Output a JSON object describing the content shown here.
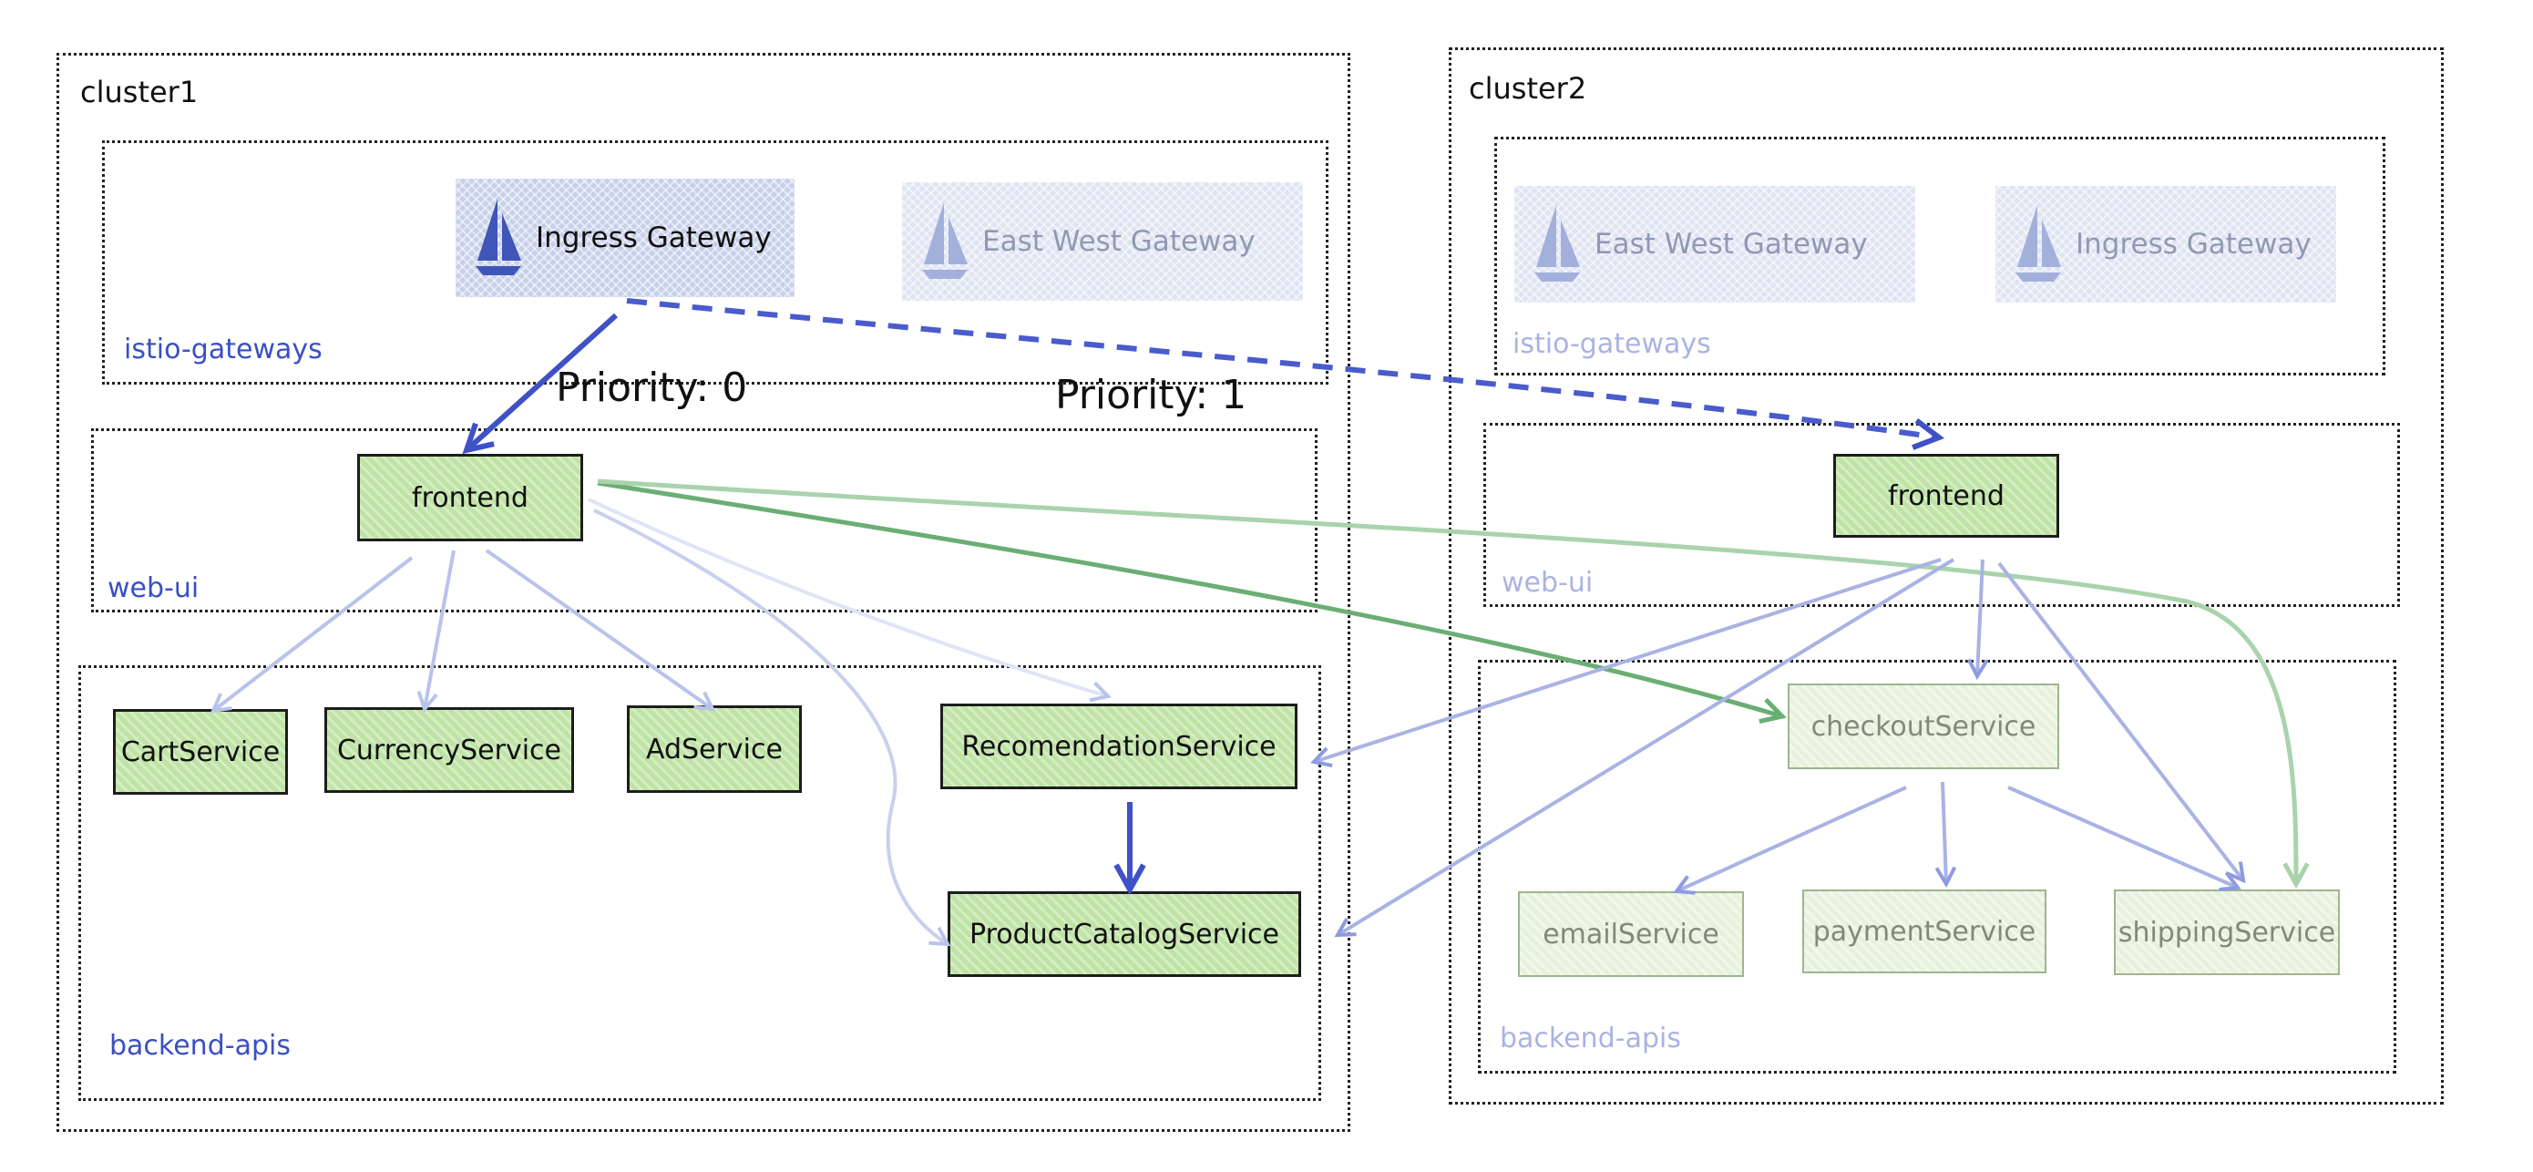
{
  "clusters": {
    "cluster1": {
      "title": "cluster1",
      "gateways_ns": "istio-gateways",
      "webui_ns": "web-ui",
      "backend_ns": "backend-apis",
      "ingress_gateway": "Ingress Gateway",
      "eastwest_gateway": "East West Gateway",
      "frontend": "frontend",
      "cart": "CartService",
      "currency": "CurrencyService",
      "ad": "AdService",
      "recommendation": "RecomendationService",
      "productcatalog": "ProductCatalogService"
    },
    "cluster2": {
      "title": "cluster2",
      "gateways_ns": "istio-gateways",
      "webui_ns": "web-ui",
      "backend_ns": "backend-apis",
      "eastwest_gateway": "East West Gateway",
      "ingress_gateway": "Ingress Gateway",
      "frontend": "frontend",
      "checkout": "checkoutService",
      "email": "emailService",
      "payment": "paymentService",
      "shipping": "shippingService"
    }
  },
  "priorities": {
    "p0": "Priority: 0",
    "p1": "Priority: 1"
  },
  "colors": {
    "ns_active": "#3a4fc4",
    "ns_faded": "#a9b3e3",
    "service_fill": "#bfe3a5",
    "edge_blue": "#3f51c6",
    "edge_blue_light": "#b9c3ea",
    "edge_green": "#6aae74",
    "edge_green_light": "#a9d3ac"
  },
  "icons": {
    "gateway": "istio-sailboat-icon"
  }
}
